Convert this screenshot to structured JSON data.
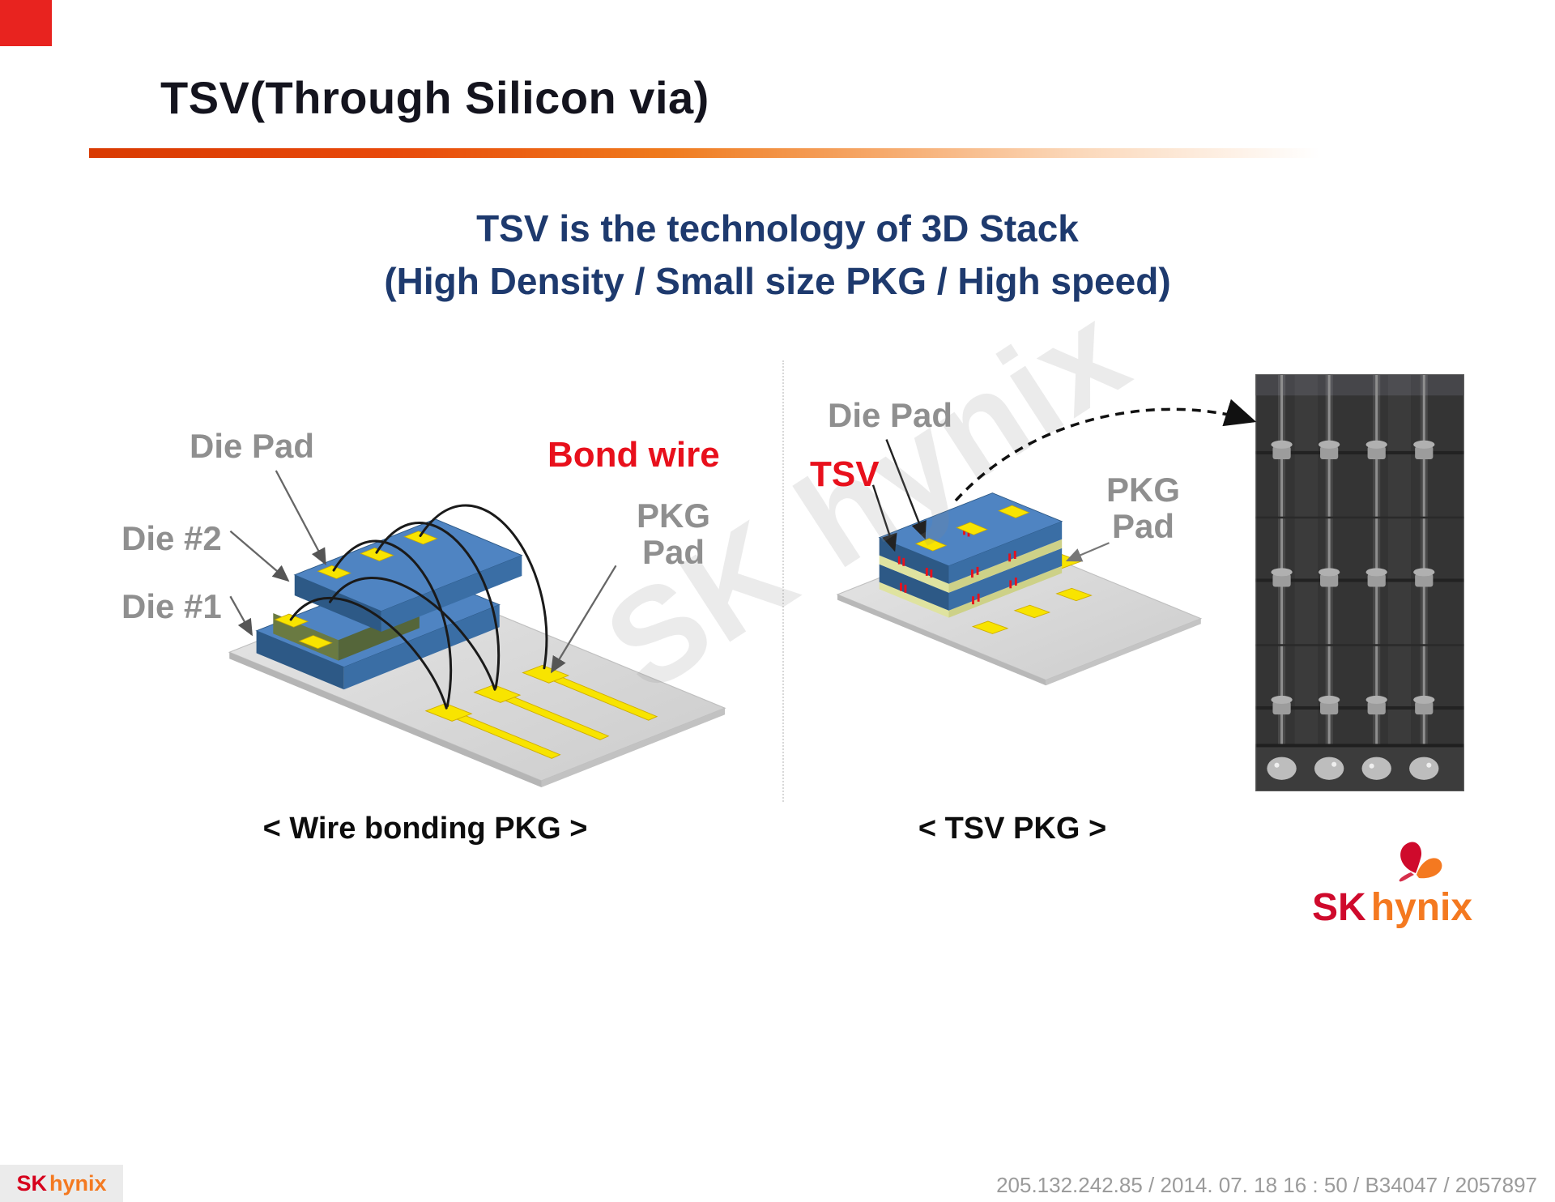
{
  "slide": {
    "title": "TSV(Through Silicon via)",
    "subtitle_line1": "TSV is the technology of 3D Stack",
    "subtitle_line2": "(High Density / Small size PKG / High speed)",
    "watermark": "SK hynix"
  },
  "diagram_left": {
    "caption": "< Wire bonding PKG >",
    "labels": {
      "die_pad": "Die Pad",
      "bond_wire": "Bond wire",
      "die2": "Die #2",
      "die1": "Die #1",
      "pkg": "PKG",
      "pad": "Pad"
    }
  },
  "diagram_right": {
    "caption": "< TSV PKG >",
    "labels": {
      "die_pad": "Die Pad",
      "tsv": "TSV",
      "pkg": "PKG",
      "pad": "Pad"
    }
  },
  "branding": {
    "logo_sk": "SK",
    "logo_hynix": "hynix",
    "badge_sk": "SK",
    "badge_hynix": "hynix"
  },
  "footer": {
    "info": "205.132.242.85 / 2014. 07. 18  16 : 50 / B34047 / 2057897"
  },
  "colors": {
    "accent_red": "#e8101c",
    "navy": "#1e3a6e",
    "label_gray": "#8f8f8f",
    "die_blue": "#4f84c2",
    "pad_yellow": "#f8e400",
    "substrate_gray": "#dcdcdc",
    "logo_red": "#cf0a2c",
    "logo_orange": "#f47920"
  }
}
